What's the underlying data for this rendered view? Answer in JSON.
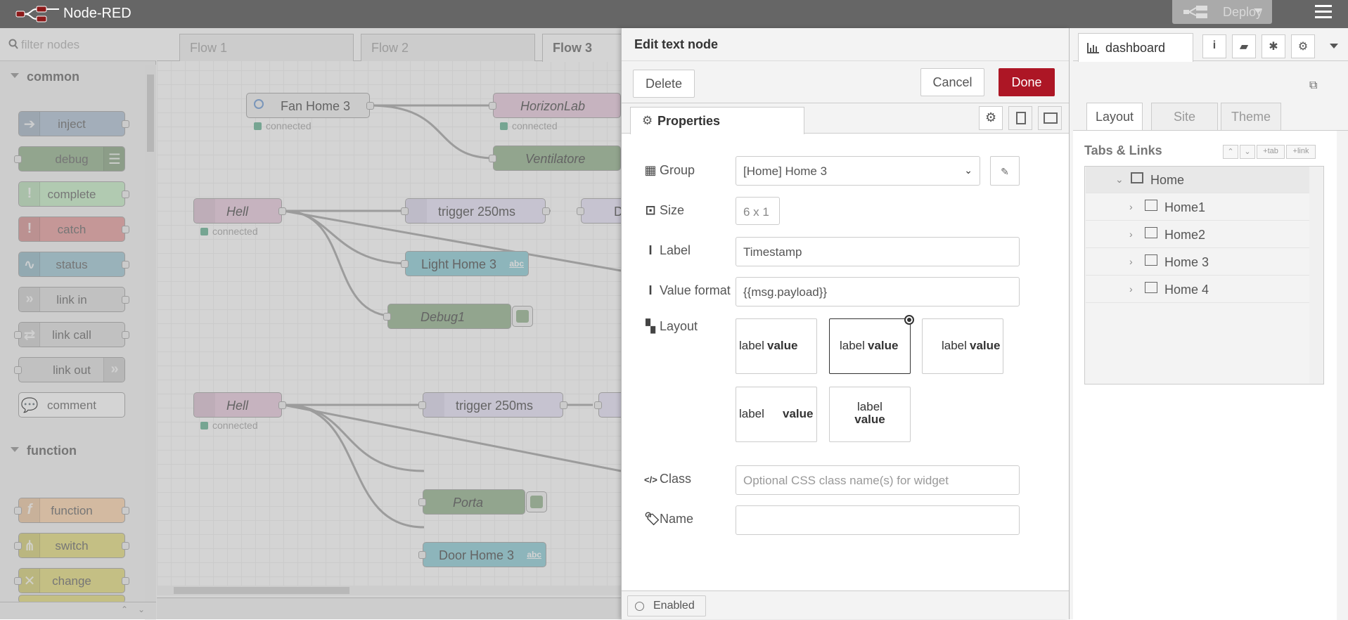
{
  "header": {
    "title": "Node-RED",
    "deploy_label": "Deploy"
  },
  "palette": {
    "search_placeholder": "filter nodes",
    "categories": [
      {
        "name": "common",
        "nodes": [
          "inject",
          "debug",
          "complete",
          "catch",
          "status",
          "link in",
          "link call",
          "link out",
          "comment"
        ]
      },
      {
        "name": "function",
        "nodes": [
          "function",
          "switch",
          "change"
        ]
      }
    ]
  },
  "workspace": {
    "tabs": [
      "Flow 1",
      "Flow 2",
      "Flow 3"
    ],
    "active_tab": "Flow 3",
    "nodes": {
      "fan_home": "Fan Home 3",
      "horizonlab": "HorizonLab",
      "ventilatore": "Ventilatore",
      "hell_1": "Hell",
      "trigger_1": "trigger 250ms",
      "light_home": "Light Home 3",
      "debug1": "Debug1",
      "hell_2": "Hell",
      "trigger_2": "trigger 250ms",
      "porta": "Porta",
      "door_home": "Door Home 3",
      "partial_d": "D"
    },
    "status_text": "connected",
    "abc": "abc"
  },
  "tray": {
    "title": "Edit text node",
    "delete_label": "Delete",
    "cancel_label": "Cancel",
    "done_label": "Done",
    "properties_tab": "Properties",
    "fields": {
      "group_label": "Group",
      "group_value": "[Home] Home 3",
      "size_label": "Size",
      "size_value": "6 x 1",
      "label_label": "Label",
      "label_value": "Timestamp",
      "format_label": "Value format",
      "format_value": "{{msg.payload}}",
      "layout_label": "Layout",
      "class_label": "Class",
      "class_placeholder": "Optional CSS class name(s) for widget",
      "name_label": "Name",
      "name_value": ""
    },
    "layout_options": [
      {
        "a": "label",
        "b": "value"
      },
      {
        "a": "label",
        "b": "value"
      },
      {
        "a": "label",
        "b": "value"
      },
      {
        "a": "label",
        "b": "value"
      },
      {
        "a": "label",
        "b": "value"
      }
    ],
    "selected_layout": 1,
    "enabled_label": "Enabled"
  },
  "sidebar": {
    "active_tab": "dashboard",
    "dash_tabs": [
      "Layout",
      "Site",
      "Theme"
    ],
    "tabs_links_title": "Tabs & Links",
    "mini_buttons": [
      "tab",
      "link"
    ],
    "tree": {
      "root": "Home",
      "children": [
        "Home1",
        "Home2",
        "Home 3",
        "Home 4"
      ]
    }
  }
}
